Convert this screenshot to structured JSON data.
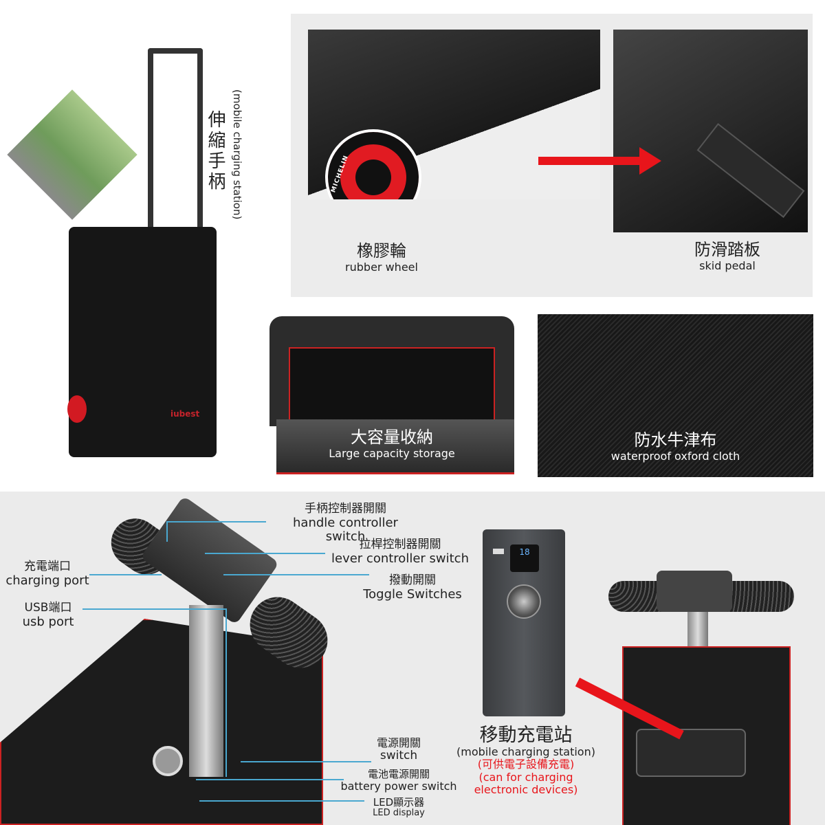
{
  "hero": {
    "handle_zh": "伸縮手柄",
    "handle_en": "(mobile charging station)",
    "brand": "iubest"
  },
  "features": {
    "wheel": {
      "zh": "橡膠輪",
      "en": "rubber wheel",
      "tire_text": "MICHELIN"
    },
    "pedal": {
      "zh": "防滑踏板",
      "en": "skid pedal"
    },
    "storage": {
      "zh": "大容量收納",
      "en": "Large capacity storage"
    },
    "cloth": {
      "zh": "防水牛津布",
      "en": "waterproof oxford cloth"
    }
  },
  "callouts": {
    "handle_switch": {
      "zh": "手柄控制器開關",
      "en": "handle controller switch"
    },
    "lever_switch": {
      "zh": "拉桿控制器開關",
      "en": "lever controller switch"
    },
    "toggle": {
      "zh": "撥動開關",
      "en": "Toggle Switches"
    },
    "charging_port": {
      "zh": "充電端口",
      "en": "charging port"
    },
    "usb_port": {
      "zh": "USB端口",
      "en": "usb port"
    },
    "power_switch": {
      "zh": "電源開關",
      "en": "switch"
    },
    "battery_switch": {
      "zh": "電池電源開關",
      "en": "battery power switch"
    },
    "led": {
      "zh": "LED顯示器",
      "en": "LED display"
    }
  },
  "station": {
    "title_zh": "移動充電站",
    "title_en": "(mobile charging station)",
    "note_zh": "(可供電子設備充電)",
    "note_en1": "(can for charging",
    "note_en2": "electronic devices)",
    "display_value": "18",
    "note_color": "#e8151b"
  }
}
